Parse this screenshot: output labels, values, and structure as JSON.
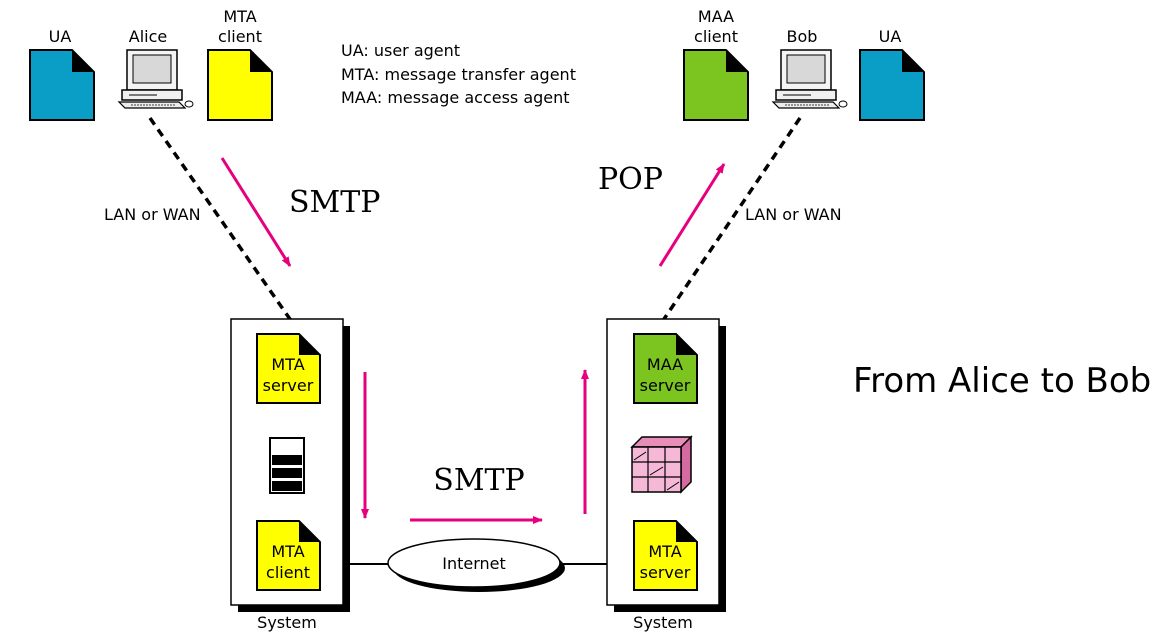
{
  "title": "From Alice to Bob",
  "legend": [
    "UA: user agent",
    "MTA: message transfer agent",
    "MAA: message access agent"
  ],
  "left_top": {
    "ua_label": "UA",
    "user_label": "Alice",
    "mta_client_line1": "MTA",
    "mta_client_line2": "client"
  },
  "right_top": {
    "maa_client_line1": "MAA",
    "maa_client_line2": "client",
    "user_label": "Bob",
    "ua_label": "UA"
  },
  "links": {
    "left_network": "LAN or WAN",
    "right_network": "LAN or WAN",
    "left_protocol": "SMTP",
    "right_protocol": "POP",
    "middle_protocol": "SMTP",
    "internet": "Internet"
  },
  "left_system": {
    "label": "System",
    "top_doc_line1": "MTA",
    "top_doc_line2": "server",
    "bottom_doc_line1": "MTA",
    "bottom_doc_line2": "client"
  },
  "right_system": {
    "label": "System",
    "top_doc_line1": "MAA",
    "top_doc_line2": "server",
    "bottom_doc_line1": "MTA",
    "bottom_doc_line2": "server"
  },
  "colors": {
    "ua_blue": "#0a9ec6",
    "mta_yellow": "#ffff00",
    "maa_green": "#7cc520",
    "arrow_magenta": "#e6007e",
    "mailbox_pink": "#f5b8d6"
  }
}
